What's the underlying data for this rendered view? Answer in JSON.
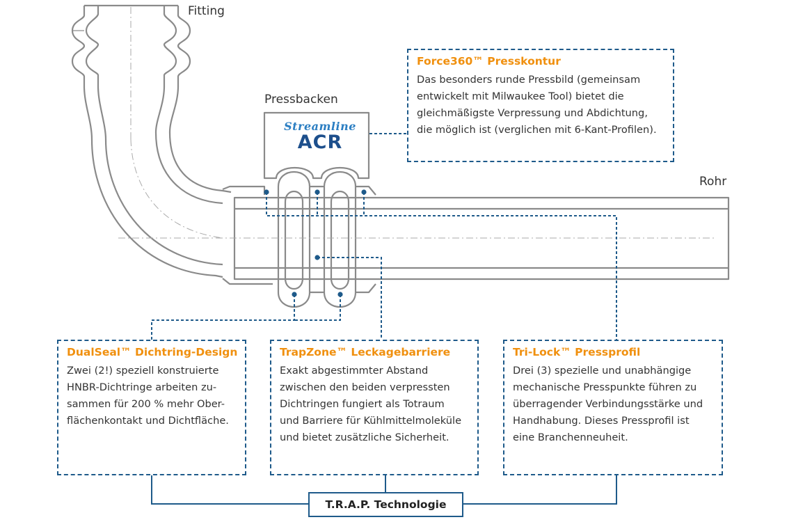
{
  "labels": {
    "fitting": "Fitting",
    "pressbacken": "Pressbacken",
    "rohr": "Rohr"
  },
  "logo": {
    "brand": "Streamline",
    "product": "ACR"
  },
  "boxes": {
    "force360": {
      "title": "Force360™ Presskontur",
      "lines": [
        "Das besonders runde Pressbild (gemeinsam",
        "entwickelt mit Milwaukee Tool) bietet die",
        "gleichmäßigste Verpressung und Abdichtung,",
        "die möglich ist (verglichen mit 6-Kant-Profilen)."
      ]
    },
    "dualseal": {
      "title": "DualSeal™ Dichtring-Design",
      "lines": [
        "Zwei (2!) speziell konstruierte",
        "HNBR-Dichtringe arbeiten zu-",
        "sammen für 200 % mehr Ober-",
        "flächenkontakt und Dichtfläche."
      ]
    },
    "trapzone": {
      "title": "TrapZone™ Leckagebarriere",
      "lines": [
        "Exakt abgestimmter Abstand",
        "zwischen den beiden verpressten",
        "Dichtringen fungiert als Totraum",
        "und Barriere für Kühlmittelmoleküle",
        "und bietet zusätzliche Sicherheit."
      ]
    },
    "trilock": {
      "title": "Tri-Lock™ Pressprofil",
      "lines": [
        "Drei (3) spezielle und unabhängige",
        "mechanische Presspunkte führen zu",
        "überragender Verbindungsstärke und",
        "Handhabung. Dieses Pressprofil ist",
        "eine Branchenneuheit."
      ]
    }
  },
  "footer": {
    "label": "T.R.A.P. Technologie"
  },
  "colors": {
    "title_accent": "#f0900f",
    "connector": "#1e5a8a",
    "outline": "#8a8a8a",
    "logo_dark": "#1d4f8c",
    "logo_light": "#2b7ec2"
  }
}
